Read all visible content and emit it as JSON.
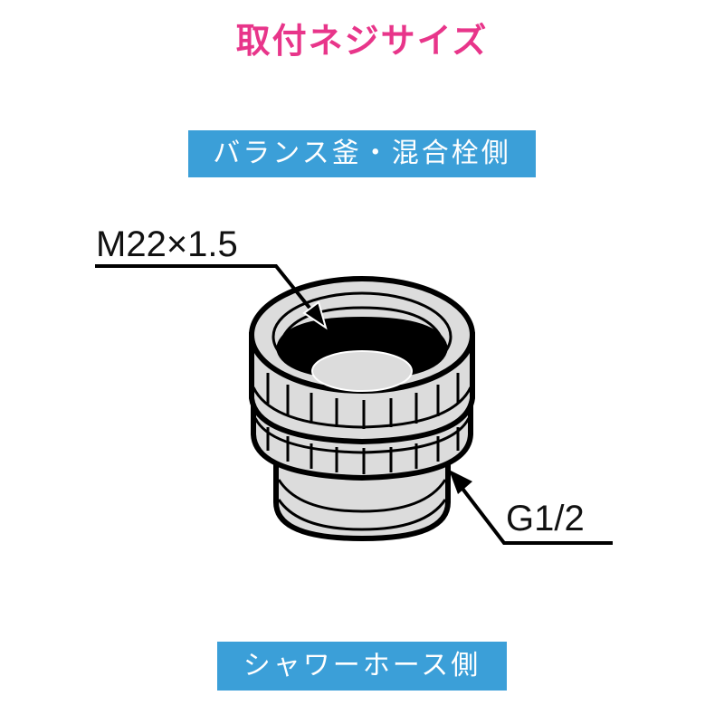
{
  "title": "取付ネジサイズ",
  "top_label": "バランス釜・混合栓側",
  "bottom_label": "シャワーホース側",
  "callouts": {
    "upper_thread": "M22×1.5",
    "lower_thread": "G1/2"
  },
  "colors": {
    "title": "#e8358a",
    "label_background": "#3b9fd8",
    "label_text": "#ffffff",
    "part_fill": "#dcdcdc",
    "outline": "#000000"
  },
  "illustration": {
    "icon": "threaded-adapter-fitting-icon"
  }
}
